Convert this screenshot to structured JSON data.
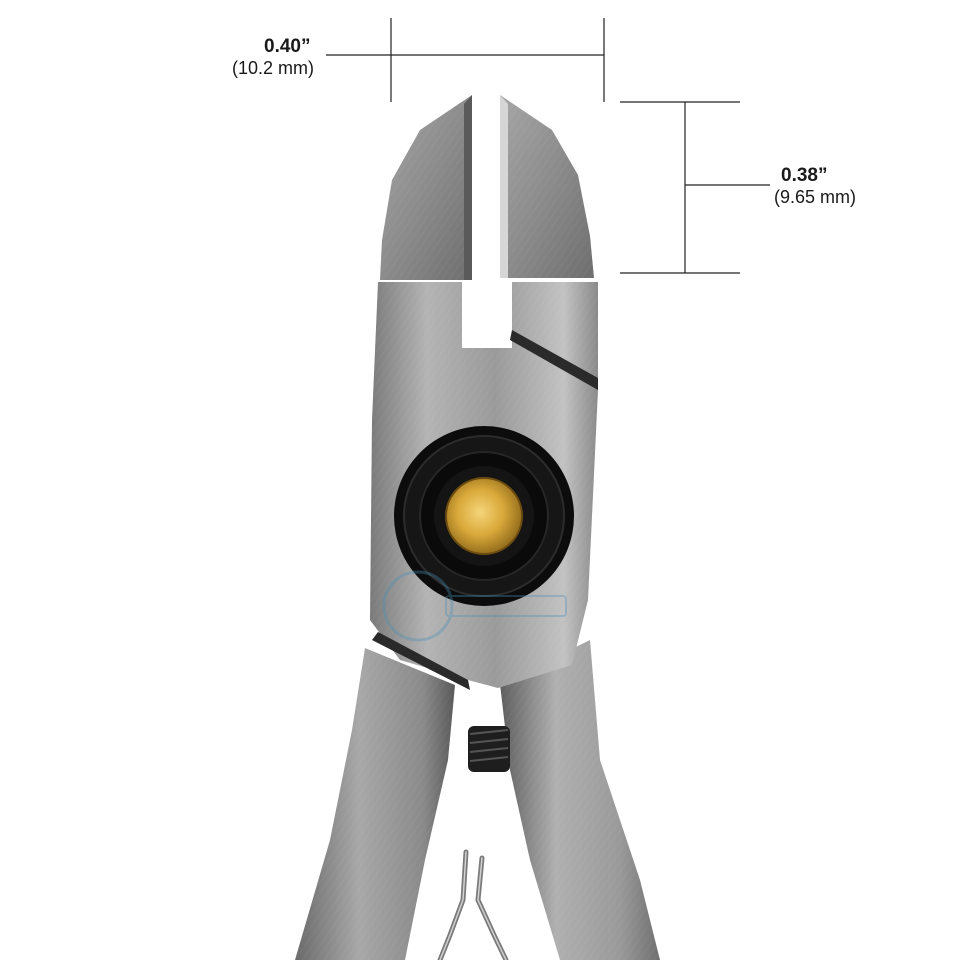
{
  "product": {
    "icon": "diagonal-cutter-pliers-head",
    "watermark_icon": "circular-brand-watermark"
  },
  "dimensions": {
    "jaw_width": {
      "imperial": "0.40”",
      "metric": "(10.2 mm)"
    },
    "jaw_length": {
      "imperial": "0.38”",
      "metric": "(9.65 mm)"
    }
  },
  "colors": {
    "background": "#ffffff",
    "steel": "#8e8e8e",
    "steel_dark": "#5c5c5c",
    "pivot_black": "#111111",
    "pivot_brass": "#c89a2a",
    "dimension_line": "#222222",
    "watermark": "#4a90b8"
  }
}
